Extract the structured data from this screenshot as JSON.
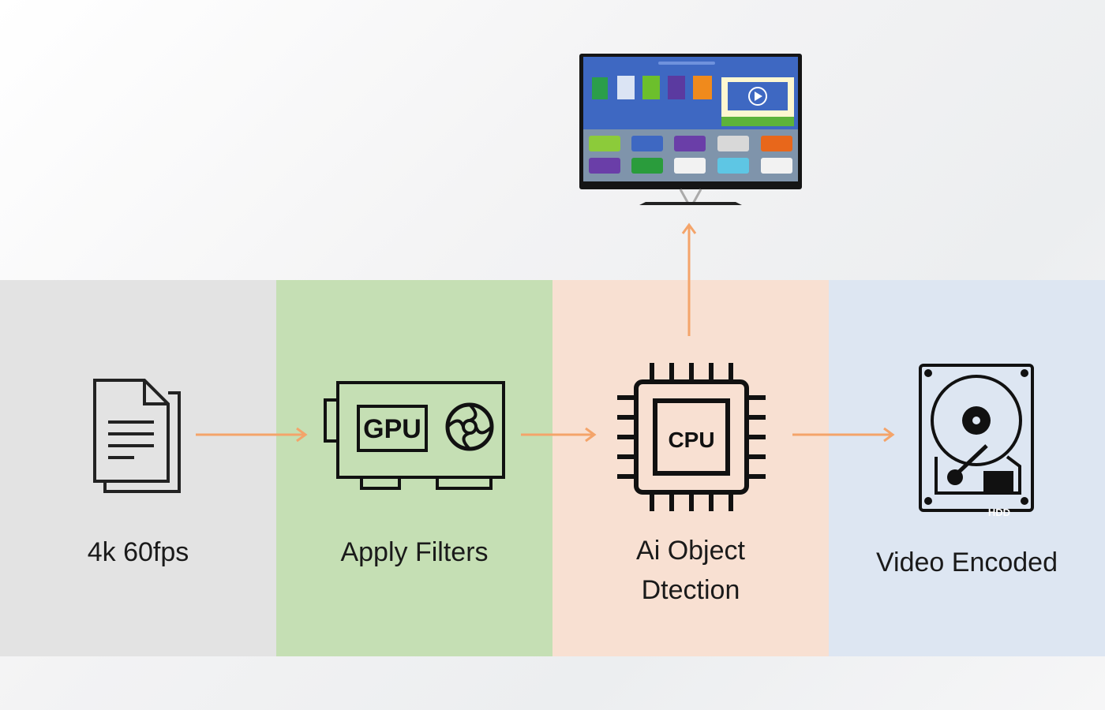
{
  "stages": [
    {
      "label": "4k 60fps",
      "icon": "document-icon",
      "color": "#e3e3e3"
    },
    {
      "label": "Apply Filters",
      "icon": "gpu-icon",
      "icon_text": "GPU",
      "color": "#c5dfb4"
    },
    {
      "label_line1": "Ai Object",
      "label_line2": "Dtection",
      "icon": "cpu-icon",
      "icon_text": "CPU",
      "color": "#f8e0d2"
    },
    {
      "label": "Video Encoded",
      "icon": "hdd-icon",
      "icon_text": "HDD",
      "color": "#dde6f2"
    }
  ],
  "output": {
    "icon": "smart-tv-icon"
  },
  "arrow_color": "#f4a46a"
}
